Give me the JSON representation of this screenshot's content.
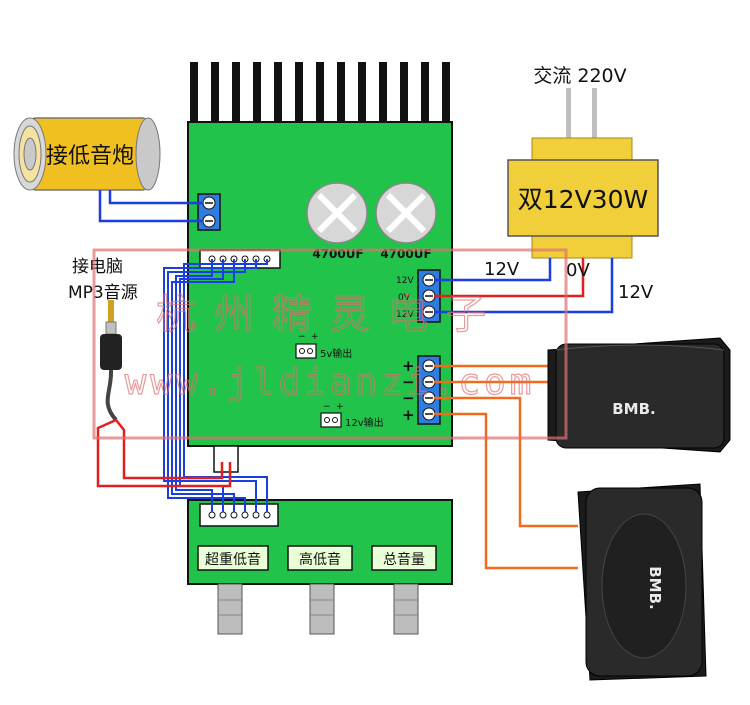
{
  "subwoofer_label": "接低音炮",
  "pc_label_line1": "接电脑",
  "pc_label_line2": "MP3音源",
  "ac_label": "交流 220V",
  "transformer_label": "双12V30W",
  "wire_12v_left": "12V",
  "wire_0v": "0V",
  "wire_12v_right": "12V",
  "cap_left": "4700UF",
  "cap_right": "4700UF",
  "power_pins": [
    "12V",
    "0V",
    "12V"
  ],
  "out_5v": "5v输出",
  "out_12v": "12v输出",
  "polarity_plus": "+",
  "polarity_minus": "−",
  "speaker_terminals": [
    "+",
    "−",
    "−",
    "+"
  ],
  "watermark_line1": "杭州精灵电子",
  "watermark_line2": "www.jldianzi.com",
  "controls": [
    "超重低音",
    "高低音",
    "总音量"
  ],
  "speaker_brand": "BMB.",
  "colors": {
    "board": "#22c34a",
    "heatsink": "#111111",
    "wire_blue": "#1a3fe0",
    "wire_red": "#e02020",
    "wire_orange": "#f26a1b",
    "transformer": "#f0cf3a",
    "watermark": "#e07070"
  }
}
